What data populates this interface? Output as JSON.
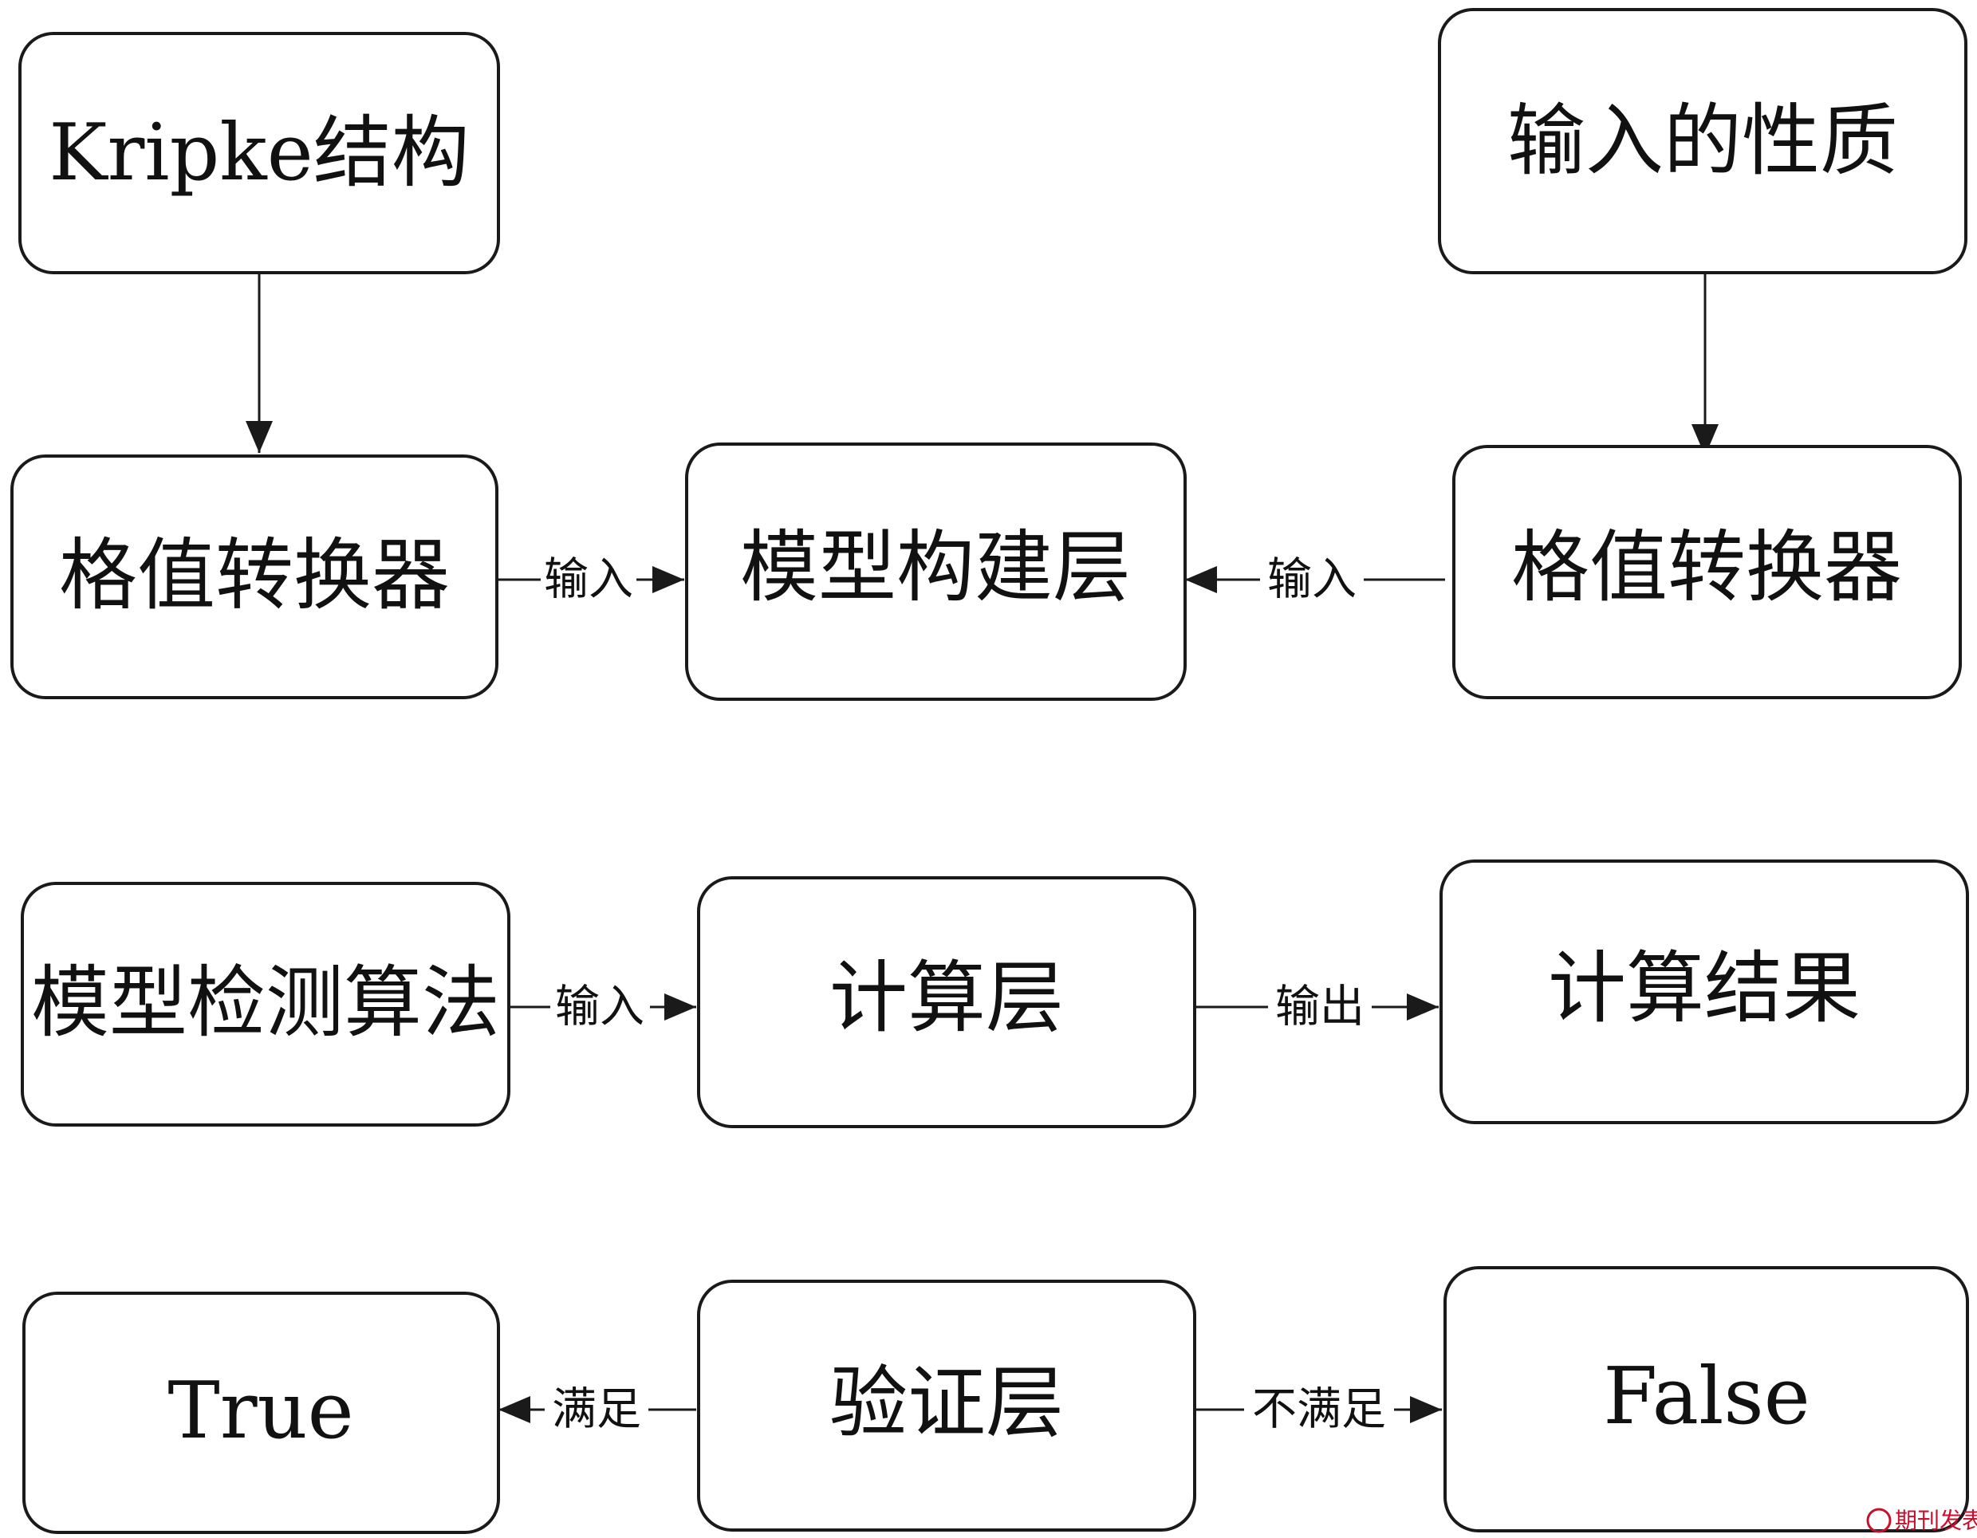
{
  "nodes": {
    "kripke": {
      "label": "Kripke结构"
    },
    "property_input": {
      "label": "输入的性质"
    },
    "lattice_converter_left": {
      "label": "格值转换器"
    },
    "model_construction_layer": {
      "label": "模型构建层"
    },
    "lattice_converter_right": {
      "label": "格值转换器"
    },
    "model_checking_algorithm": {
      "label": "模型检测算法"
    },
    "computation_layer": {
      "label": "计算层"
    },
    "computation_result": {
      "label": "计算结果"
    },
    "true_result": {
      "label": "True"
    },
    "verification_layer": {
      "label": "验证层"
    },
    "false_result": {
      "label": "False"
    }
  },
  "edges": {
    "left_to_construction": {
      "label": "输入"
    },
    "right_to_construction": {
      "label": "输入"
    },
    "algorithm_to_computation": {
      "label": "输入"
    },
    "computation_to_result": {
      "label": "输出"
    },
    "verification_to_true": {
      "label": "满足"
    },
    "verification_to_false": {
      "label": "不满足"
    }
  },
  "watermark": {
    "text": "期刊发表网"
  },
  "colors": {
    "stroke": "#1a1a1a",
    "watermark": "#c8102e"
  }
}
